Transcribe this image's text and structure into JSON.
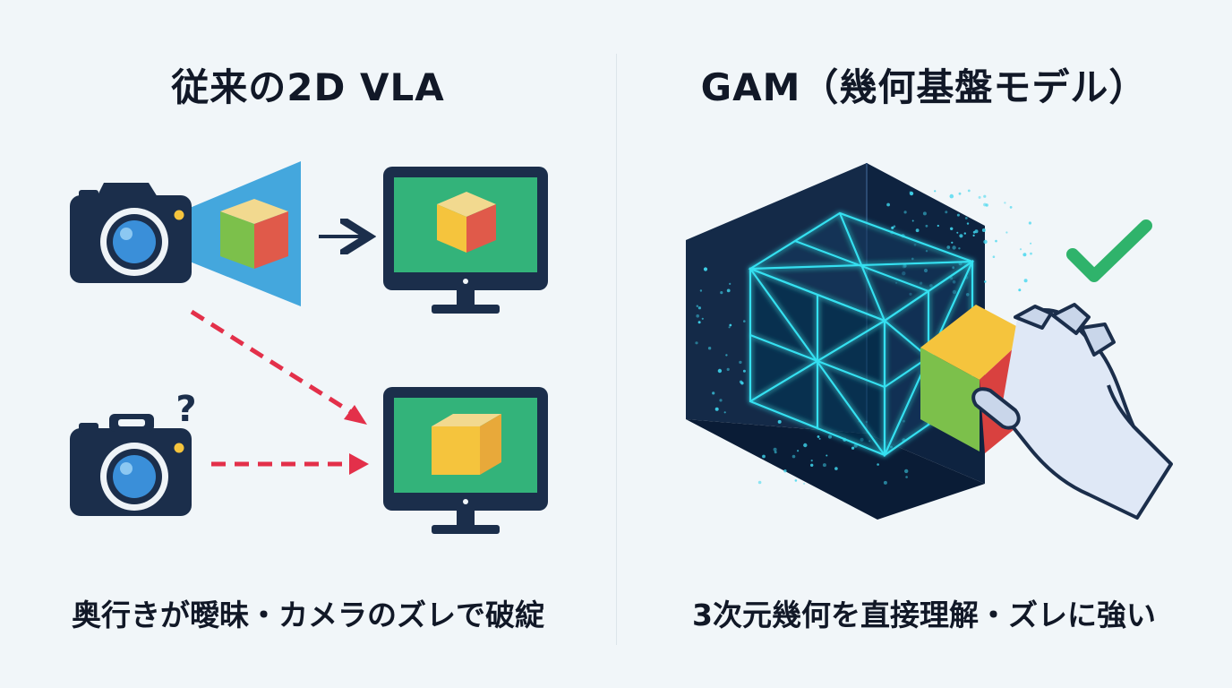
{
  "left": {
    "title": "従来の2D VLA",
    "caption": "奥行きが曖昧・カメラのズレで破綻",
    "question_mark": "?"
  },
  "right": {
    "title": "GAM（幾何基盤モデル）",
    "caption": "3次元幾何を直接理解・ズレに強い"
  },
  "colors": {
    "navy": "#1b2e4b",
    "screen_green": "#33b37a",
    "cube_top": "#f2d98f",
    "cube_left": "#7cc04b",
    "cube_right": "#e05a4a",
    "cube_yellow": "#f5c43d",
    "error_red": "#e3304a",
    "projection_blue": "#3aa2db",
    "wireframe_cyan": "#35e0f0",
    "check_green": "#2fb36b"
  }
}
